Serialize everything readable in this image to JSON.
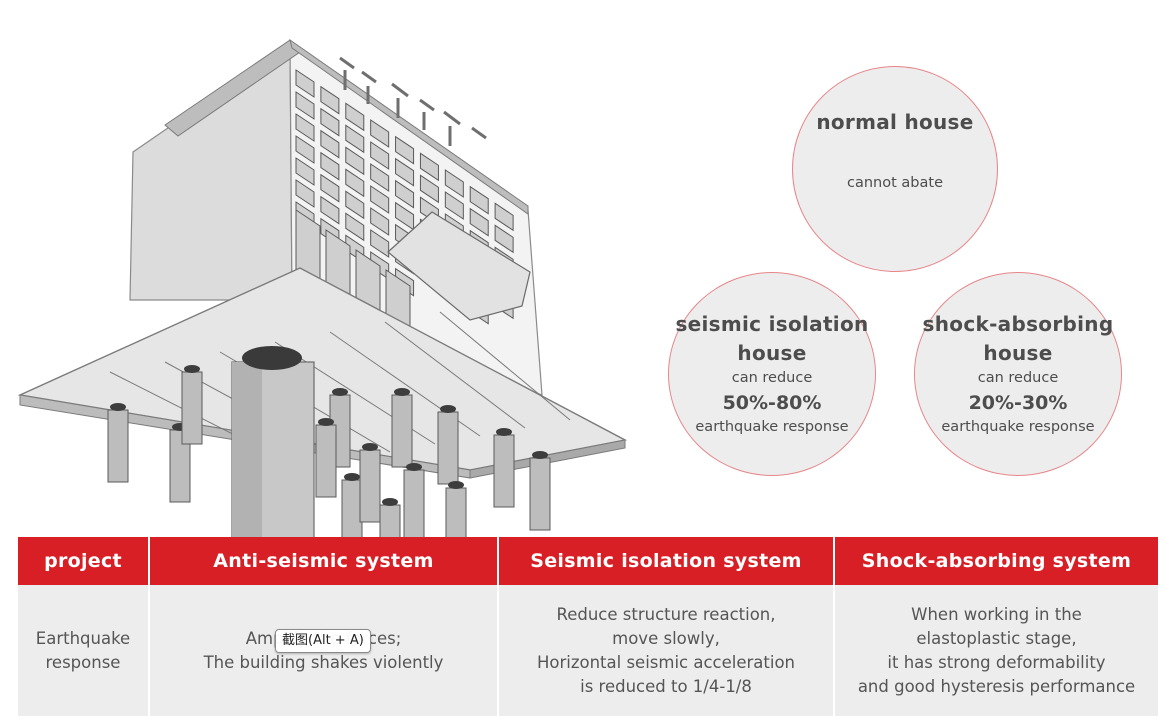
{
  "circles": {
    "normal": {
      "title": "normal house",
      "desc": "cannot abate"
    },
    "isolation": {
      "title_line1": "seismic isolation",
      "title_line2": "house",
      "can": "can reduce",
      "range": "50%-80%",
      "unit": "earthquake response"
    },
    "shock": {
      "title_line1": "shock-absorbing",
      "title_line2": "house",
      "can": "can reduce",
      "range": "20%-30%",
      "unit": "earthquake response"
    }
  },
  "table": {
    "headers": [
      "project",
      "Anti-seismic system",
      "Seismic isolation system",
      "Shock-absorbing system"
    ],
    "row": [
      "Earthquake\nresponse",
      "Amplify the forces;\nThe building shakes violently",
      "Reduce structure reaction,\nmove slowly,\nHorizontal seismic acceleration\nis reduced to 1/4-1/8",
      "When working in the\nelastoplastic stage,\nit has strong deformability\nand good hysteresis performance"
    ]
  },
  "overlay": {
    "label": "截图(Alt + A)"
  },
  "colors": {
    "accent": "#d81f26",
    "circle_border": "#e7868a",
    "panel_bg": "#ededed"
  }
}
